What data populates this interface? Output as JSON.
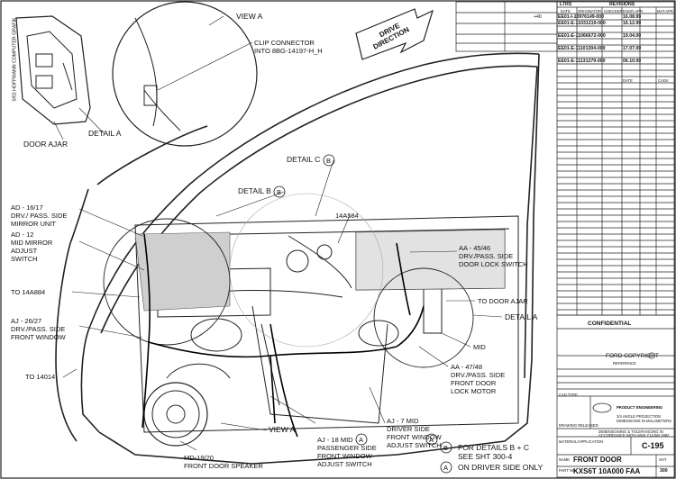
{
  "drawing": {
    "side_text": "0/02 HOFFMANN COMPUTER GRAFIK",
    "view_a_top": "VIEW A",
    "clip_connector": [
      "CLIP CONNECTOR",
      "INTO 8BG-14197-H_H"
    ],
    "door_ajar_switch": "DOOR AJAR",
    "detail_a_top": "DETAIL A",
    "drive_direction": [
      "DRIVE",
      "DIRECTION"
    ],
    "detail_c": "DETAIL C",
    "detail_c_marker": "B",
    "detail_b": "DETAIL B",
    "detail_b_marker": "B",
    "part_14a584": "14A584",
    "ad_16_17": [
      "AD - 16/17",
      "DRV./ PASS. SIDE",
      "MIRROR UNIT"
    ],
    "ad_12": [
      "AD - 12",
      "MID MIRROR",
      "ADJUST",
      "SWITCH"
    ],
    "to_14a884": "TO 14A884",
    "aj_26_27": [
      "AJ - 26/27",
      "DRV./PASS. SIDE",
      "FRONT WINDOW"
    ],
    "to_14014": "TO 14014",
    "aa_45_46": [
      "AA - 45/46",
      "DRV./PASS. SIDE",
      "DOOR LOCK SWITCH"
    ],
    "to_door_ajar": "TO DOOR AJAR",
    "detail_a_right": "DETAIL A",
    "mid": "MID",
    "aa_47_48": [
      "AA - 47/48",
      "DRV./PASS. SIDE",
      "FRONT DOOR",
      "LOCK MOTOR"
    ],
    "view_a_bottom": "VIEW A",
    "md_19_20": [
      "MD-19/20",
      "FRONT DOOR SPEAKER"
    ],
    "aj_18_mid": [
      "AJ - 18 MID",
      "PASSENGER SIDE",
      "FRONT WINDOW",
      "ADJUST SWITCH"
    ],
    "aj_18_marker": "A",
    "aj_7_mid": [
      "AJ - 7 MID",
      "DRIVER SIDE",
      "FRONT WINDOW",
      "ADJUST SWITCH"
    ],
    "aj_7_marker": "A",
    "for_details_marker": "B",
    "for_details": [
      "FOR DETAILS B + C",
      "SEE SHT 300-4"
    ],
    "on_driver_marker": "A",
    "on_driver": "ON DRIVER SIDE ONLY"
  },
  "title_block": {
    "ltrs": "LTRS",
    "revisions": "REVISIONS",
    "plus40": "+40",
    "rev_headers": [
      "DATE",
      "ORIGINATOR",
      "CHECKER",
      "ENGR.APR.",
      "MAT.APR."
    ],
    "revisions_list": [
      {
        "id": "EE01-I-10976149-000",
        "date": "16.08.99"
      },
      {
        "id": "EE01-E-11031219-000",
        "date": "16.12.99"
      },
      {
        "id": "EE01-E-11066672-000",
        "date": "19.04.00"
      },
      {
        "id": "EE01-E-11101304-000",
        "date": "17.07.00"
      },
      {
        "id": "EE01-E-11131279-000",
        "date": "06.10.00"
      }
    ],
    "row_labels": [
      "DATE",
      "CADV"
    ],
    "confidential": "CONFIDENTIAL",
    "ford_copyright": "FORD COPYRIGHT",
    "reference": "REFERENCE",
    "product_engineering": "PRODUCT ENGINEERING",
    "projection": [
      "3/4 ANGLE PROJECTION",
      "DIMENSIONS IN MILLIMETERS"
    ],
    "dimensioning": [
      "DIMENSIONING & TOLERANCING IN",
      "ACCORDANCE WITH ANSI Y14.5M 1982"
    ],
    "material_label": "MATERIAL/APPLICATION",
    "sheet_no": "C-195",
    "name_label": "NAME",
    "name_value": "FRONT DOOR",
    "part_label": "PART NO.",
    "part_value": "KXS6T 10A000 FAA",
    "sheet_label": "SHT",
    "sheet_value": "300",
    "cad_type": "CAD TYPE",
    "drawing_released": "DRAWING RELEASED"
  }
}
